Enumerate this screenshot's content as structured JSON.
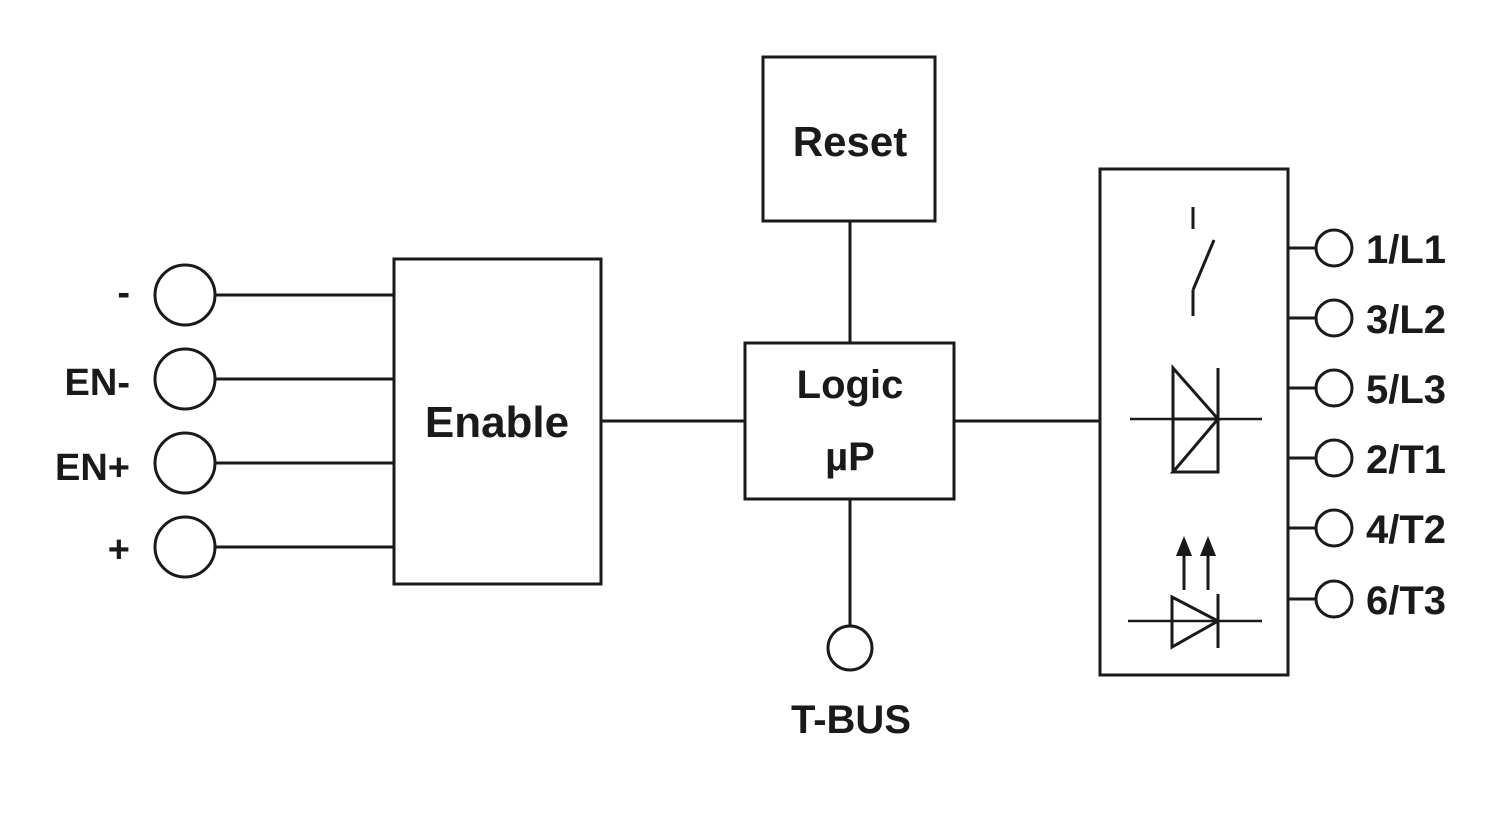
{
  "diagram": {
    "blocks": {
      "enable": "Enable",
      "logic_line1": "Logic",
      "logic_line2": "µP",
      "reset": "Reset"
    },
    "input_terminals": [
      "-",
      "EN-",
      "EN+",
      "+"
    ],
    "bus_terminal": "T-BUS",
    "output_terminals": [
      "1/L1",
      "3/L2",
      "5/L3",
      "2/T1",
      "4/T2",
      "6/T3"
    ],
    "output_block_symbols": [
      "switch-icon",
      "triac-icon",
      "led-icon"
    ]
  }
}
